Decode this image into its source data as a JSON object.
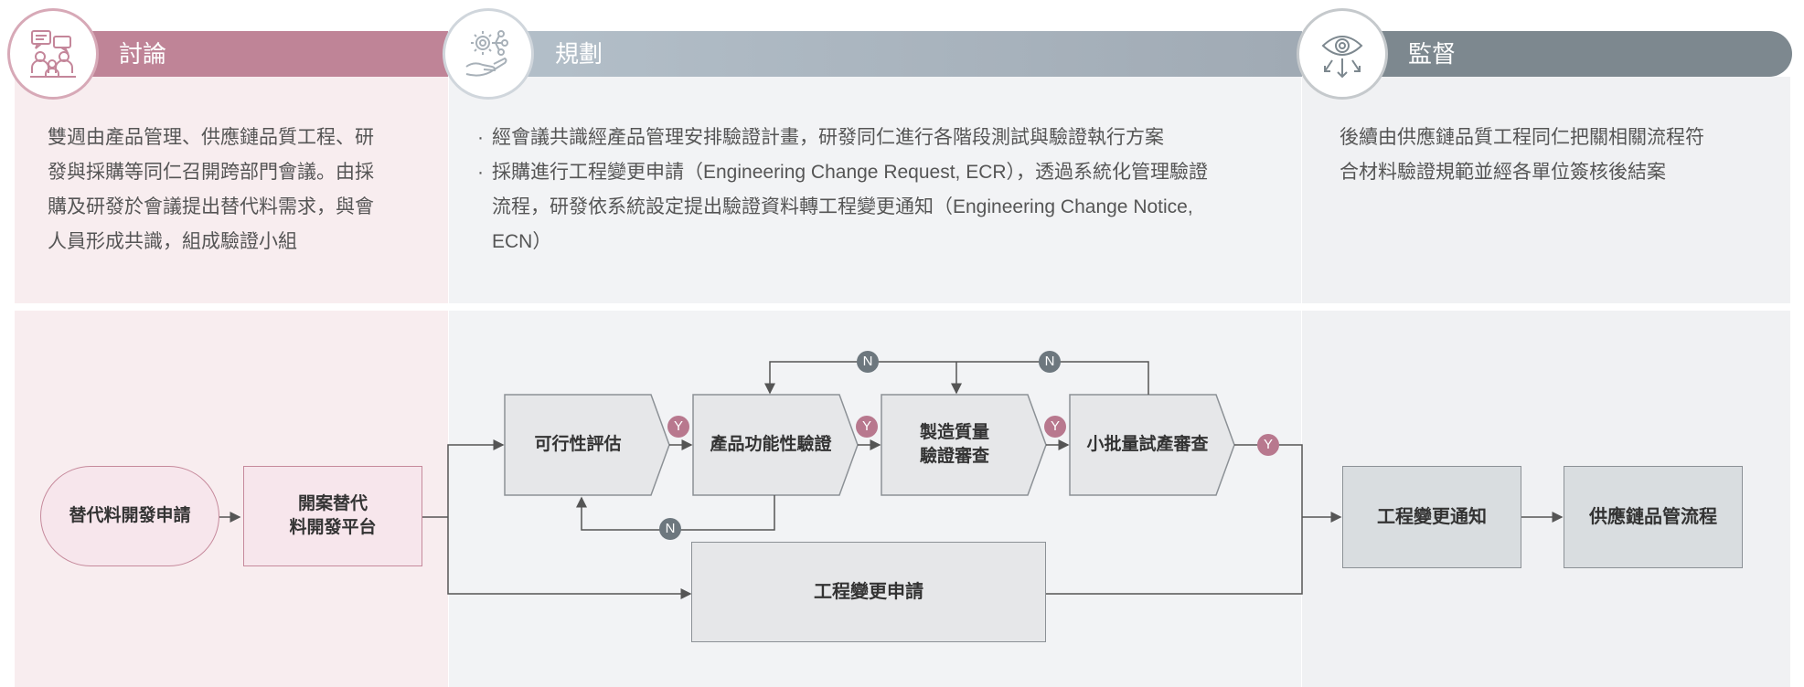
{
  "sections": [
    {
      "title": "討論",
      "icon": "meeting-icon",
      "text": "雙週由產品管理、供應鏈品質工程、研發與採購等同仁召開跨部門會議。由採購及研發於會議提出替代料需求，與會人員形成共識，組成驗證小組",
      "lines": [
        "雙週由產品管理、供應鏈品質工程、研",
        "發與採購等同仁召開跨部門會議。由採",
        "購及研發於會議提出替代料需求，與會",
        "人員形成共識，組成驗證小組"
      ]
    },
    {
      "title": "規劃",
      "icon": "gear-hand-icon",
      "bullets": [
        [
          "經會議共識經產品管理安排驗證計畫，研發同仁進行各階段測試與驗證執行方案"
        ],
        [
          "採購進行工程變更申請（Engineering Change Request, ECR），透過系統化管理驗證",
          "流程，研發依系統設定提出驗證資料轉工程變更通知（Engineering Change Notice,",
          "ECN）"
        ]
      ]
    },
    {
      "title": "監督",
      "icon": "eye-icon",
      "lines": [
        "後續由供應鏈品質工程同仁把關相關流程符",
        "合材料驗證規範並經各單位簽核後結案"
      ]
    }
  ],
  "flow": {
    "start": "替代料開發申請",
    "platform": "開案替代\n料開發平台",
    "feasibility": "可行性評估",
    "function_test": "產品功能性驗證",
    "quality_review": "製造質量\n驗證審查",
    "pilot_review": "小批量試產審查",
    "ecr": "工程變更申請",
    "ecn": "工程變更通知",
    "supply_chain": "供應鏈品管流程",
    "yes": "Y",
    "no": "N"
  },
  "colors": {
    "discuss": "#bf8497",
    "plan": "#a0aab4",
    "monitor": "#7d888f",
    "yes_badge": "#b8788e",
    "no_badge": "#6d777e"
  }
}
